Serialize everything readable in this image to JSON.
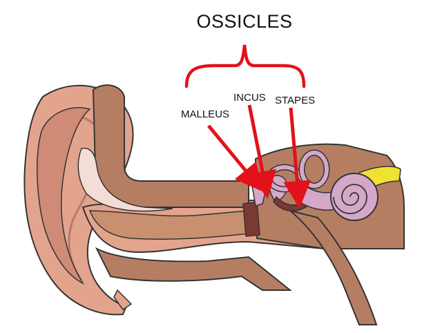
{
  "diagram": {
    "title": "OSSICLES",
    "labels": {
      "malleus": "MALLEUS",
      "incus": "INCUS",
      "stapes": "STAPES"
    }
  },
  "colors": {
    "skin": "#e3a48e",
    "skin_dark": "#cf8b76",
    "canal": "#b57e63",
    "canal_light": "#c8906f",
    "inner_ear": "#d3a8c8",
    "cochlea_nerve": "#efe233",
    "eardrum": "#7a3a33",
    "arrow": "#e3111a",
    "outline": "#333333"
  }
}
